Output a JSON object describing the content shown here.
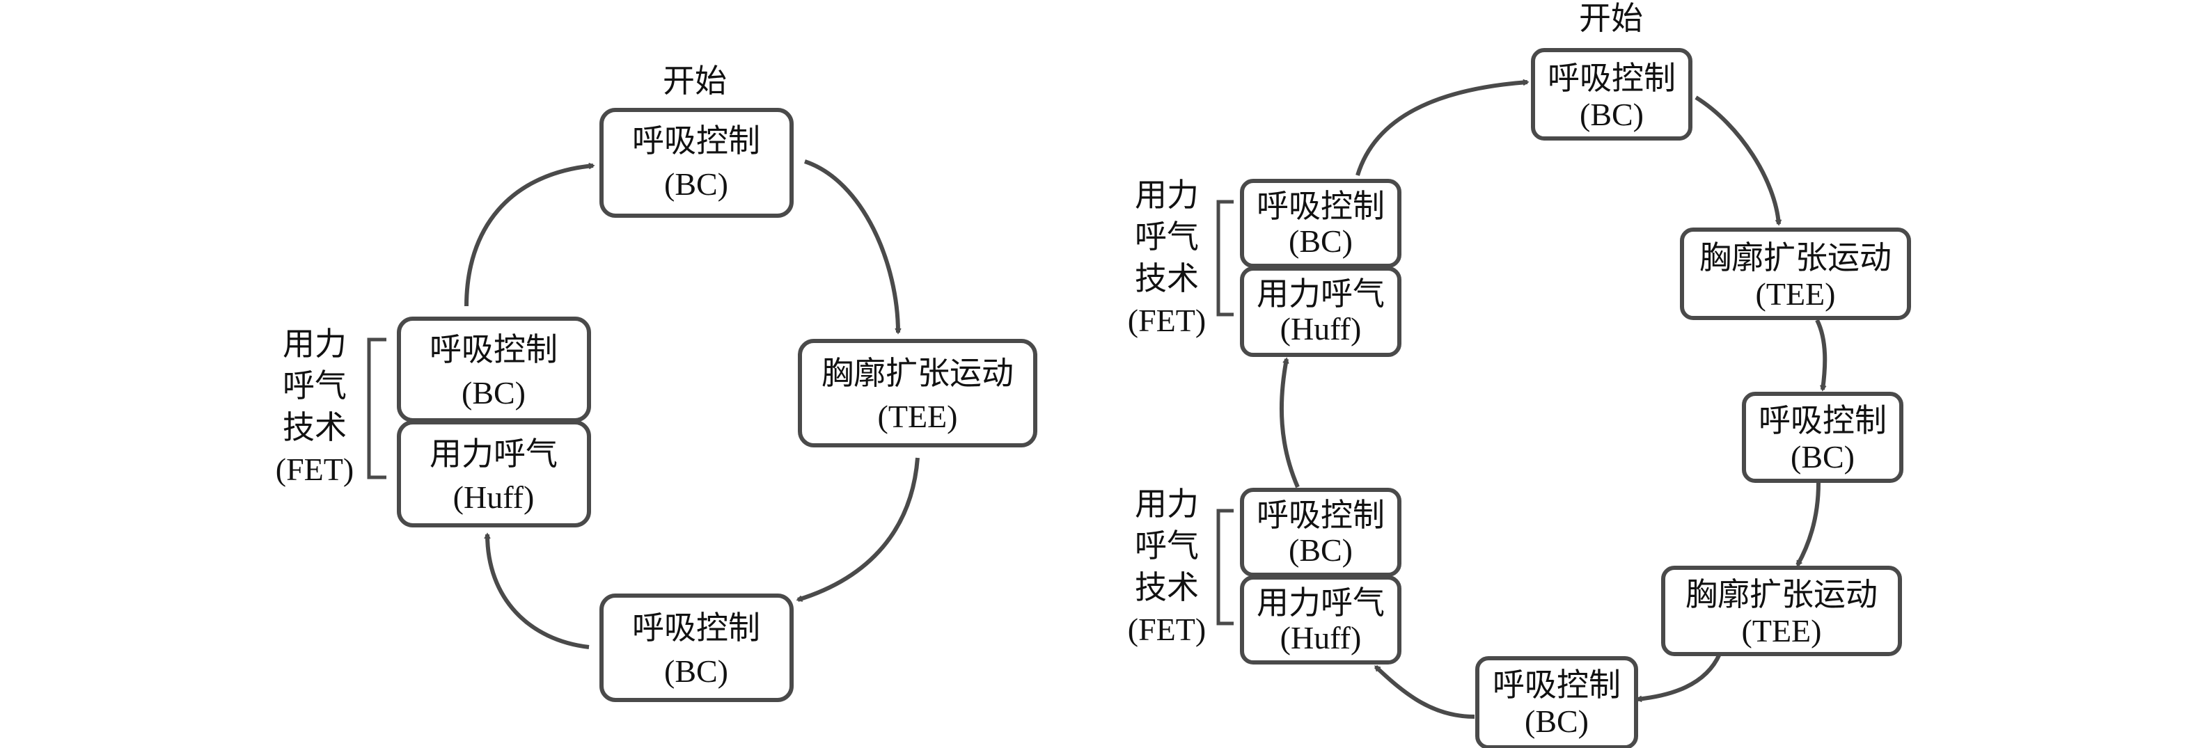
{
  "diagrams": [
    {
      "name": "left-cycle",
      "start_label": "开始",
      "nodes": [
        {
          "line1": "呼吸控制",
          "line2": "(BC)"
        },
        {
          "line1": "胸廓扩张运动",
          "line2": "(TEE)"
        },
        {
          "line1": "呼吸控制",
          "line2": "(BC)"
        },
        {
          "line1": "用力呼气",
          "line2": "(Huff)"
        },
        {
          "line1": "呼吸控制",
          "line2": "(BC)"
        }
      ],
      "fet_groups": [
        {
          "lines": [
            "用力",
            "呼气",
            "技术",
            "(FET)"
          ]
        }
      ]
    },
    {
      "name": "right-cycle",
      "start_label": "开始",
      "nodes": [
        {
          "line1": "呼吸控制",
          "line2": "(BC)"
        },
        {
          "line1": "胸廓扩张运动",
          "line2": "(TEE)"
        },
        {
          "line1": "呼吸控制",
          "line2": "(BC)"
        },
        {
          "line1": "胸廓扩张运动",
          "line2": "(TEE)"
        },
        {
          "line1": "呼吸控制",
          "line2": "(BC)"
        },
        {
          "line1": "用力呼气",
          "line2": "(Huff)"
        },
        {
          "line1": "呼吸控制",
          "line2": "(BC)"
        },
        {
          "line1": "用力呼气",
          "line2": "(Huff)"
        },
        {
          "line1": "呼吸控制",
          "line2": "(BC)"
        }
      ],
      "fet_groups": [
        {
          "lines": [
            "用力",
            "呼气",
            "技术",
            "(FET)"
          ]
        },
        {
          "lines": [
            "用力",
            "呼气",
            "技术",
            "(FET)"
          ]
        }
      ]
    }
  ]
}
